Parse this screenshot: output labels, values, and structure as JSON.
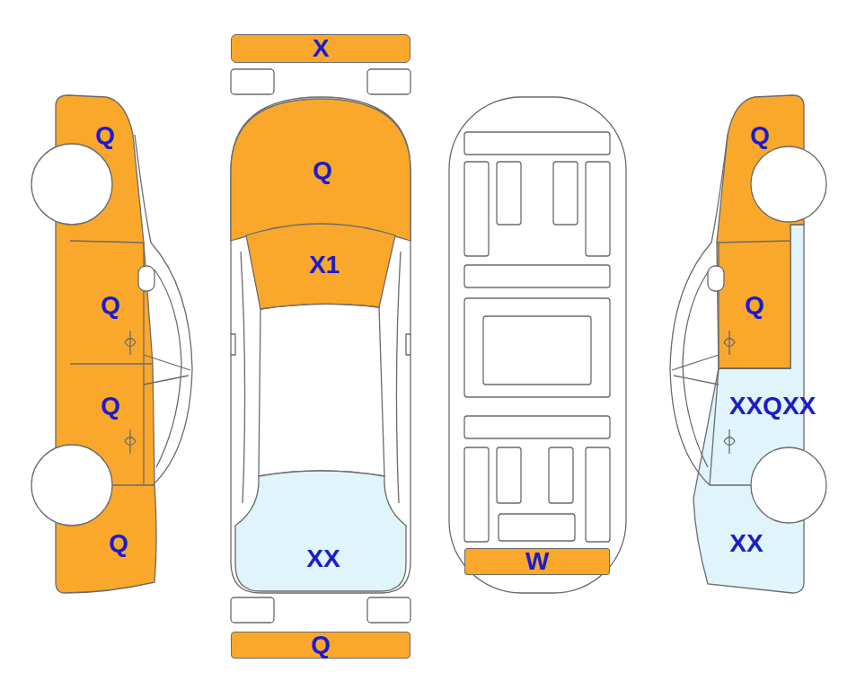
{
  "diagram": {
    "nodes": [
      {
        "text": [
          "X"
        ]
      },
      {
        "text": [
          "Q"
        ]
      },
      {
        "text": [
          "Q"
        ]
      },
      {
        "text": [
          "Q"
        ]
      },
      {
        "text": [
          "Q"
        ]
      },
      {
        "text": [
          "Q"
        ]
      },
      {
        "text": [
          "X1"
        ]
      },
      {
        "text": [
          "XX"
        ]
      },
      {
        "text": [
          "Q"
        ]
      },
      {
        "text": [
          "W"
        ]
      },
      {
        "text": [
          "Q"
        ]
      },
      {
        "text": [
          "Q"
        ]
      },
      {
        "text": [
          "XXQXX"
        ]
      },
      {
        "text": [
          "XX"
        ]
      }
    ]
  }
}
